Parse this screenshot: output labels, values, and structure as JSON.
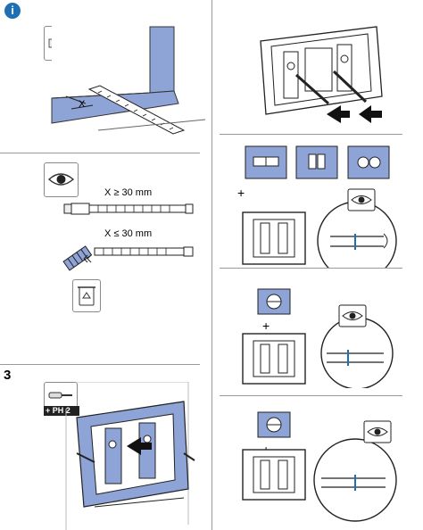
{
  "info_icon": {
    "glyph": "i",
    "color": "#1f6fb5"
  },
  "step1": {
    "gap_label": "X",
    "rule_min": "X ≥ 30 mm",
    "rule_max": "X ≤ 30 mm"
  },
  "step3": {
    "number": "3",
    "tool_label": "PH 2",
    "tool_plus": "+"
  },
  "right": {
    "plus_1": "+",
    "plus_2": "+",
    "plus_3": "+"
  },
  "colors": {
    "accent_blue": "#8ea3d6",
    "line_gray": "#9a9a9a"
  }
}
